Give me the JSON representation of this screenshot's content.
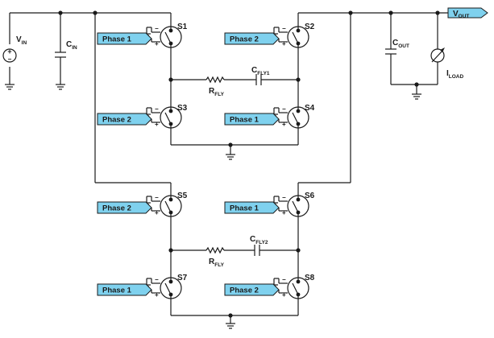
{
  "labels": {
    "vin": {
      "main": "V",
      "sub": "IN"
    },
    "cin": {
      "main": "C",
      "sub": "IN"
    },
    "cout": {
      "main": "C",
      "sub": "OUT"
    },
    "iload": {
      "main": "I",
      "sub": "LOAD"
    },
    "vout": {
      "main": "V",
      "sub": "OUT"
    },
    "rfly1": {
      "main": "R",
      "sub": "FLY"
    },
    "cfly1": {
      "main": "C",
      "sub": "FLY1"
    },
    "rfly2": {
      "main": "R",
      "sub": "FLY"
    },
    "cfly2": {
      "main": "C",
      "sub": "FLY2"
    }
  },
  "switches": [
    {
      "id": "S1",
      "phase": "Phase 1"
    },
    {
      "id": "S2",
      "phase": "Phase 2"
    },
    {
      "id": "S3",
      "phase": "Phase 2"
    },
    {
      "id": "S4",
      "phase": "Phase 1"
    },
    {
      "id": "S5",
      "phase": "Phase 2"
    },
    {
      "id": "S6",
      "phase": "Phase 1"
    },
    {
      "id": "S7",
      "phase": "Phase 1"
    },
    {
      "id": "S8",
      "phase": "Phase 2"
    }
  ],
  "source_polarity": {
    "plus": "+",
    "minus": "−"
  },
  "switch_pin_marks": {
    "plus": "+",
    "minus": "−"
  },
  "colors": {
    "wire": "#1a1a1a",
    "tag_fill": "#7fd1ee",
    "background": "#ffffff"
  }
}
